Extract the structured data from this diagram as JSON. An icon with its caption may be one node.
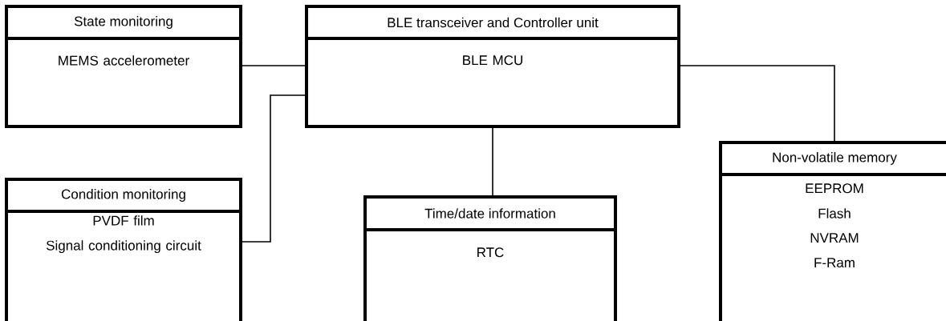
{
  "diagram": {
    "nodes": [
      {
        "text": [
          "State monitoring",
          "MEMS accelerometer"
        ]
      },
      {
        "text": [
          "BLE transceiver and Controller unit",
          "BLE MCU"
        ]
      },
      {
        "text": [
          "Condition monitoring",
          "PVDF film",
          "Signal conditioning circuit"
        ]
      },
      {
        "text": [
          "Time/date information",
          "RTC"
        ]
      },
      {
        "text": [
          "Non-volatile memory",
          "EEPROM",
          "Flash",
          "NVRAM",
          "F-Ram"
        ]
      }
    ],
    "edges": [
      {
        "from": 0,
        "to": 1,
        "arrow": "none"
      },
      {
        "from": 2,
        "to": 1,
        "arrow": "none"
      },
      {
        "from": 1,
        "to": 3,
        "arrow": "none"
      },
      {
        "from": 1,
        "to": 4,
        "arrow": "none"
      }
    ]
  }
}
